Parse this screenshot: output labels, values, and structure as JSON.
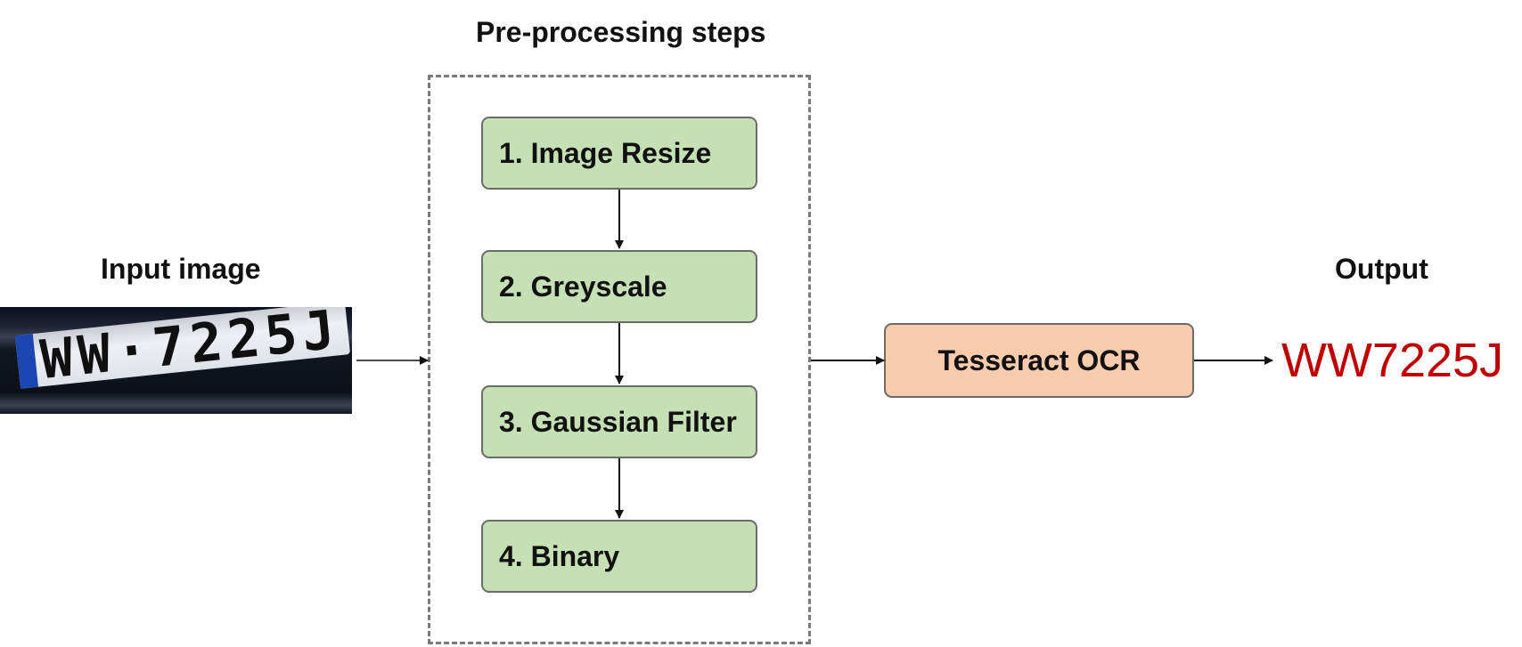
{
  "headings": {
    "input": "Input image",
    "preprocessing": "Pre-processing steps",
    "output": "Output"
  },
  "input_image": {
    "plate_text": "WW·7225J"
  },
  "steps": [
    {
      "label": "1. Image Resize"
    },
    {
      "label": "2. Greyscale"
    },
    {
      "label": "3. Gaussian Filter"
    },
    {
      "label": "4. Binary"
    }
  ],
  "ocr": {
    "label": "Tesseract OCR"
  },
  "output": {
    "value": "WW7225J"
  },
  "colors": {
    "step_fill": "#c5e0b4",
    "ocr_fill": "#f8cbad",
    "output_text": "#c00000",
    "dashed_border": "#7a7a7a"
  }
}
